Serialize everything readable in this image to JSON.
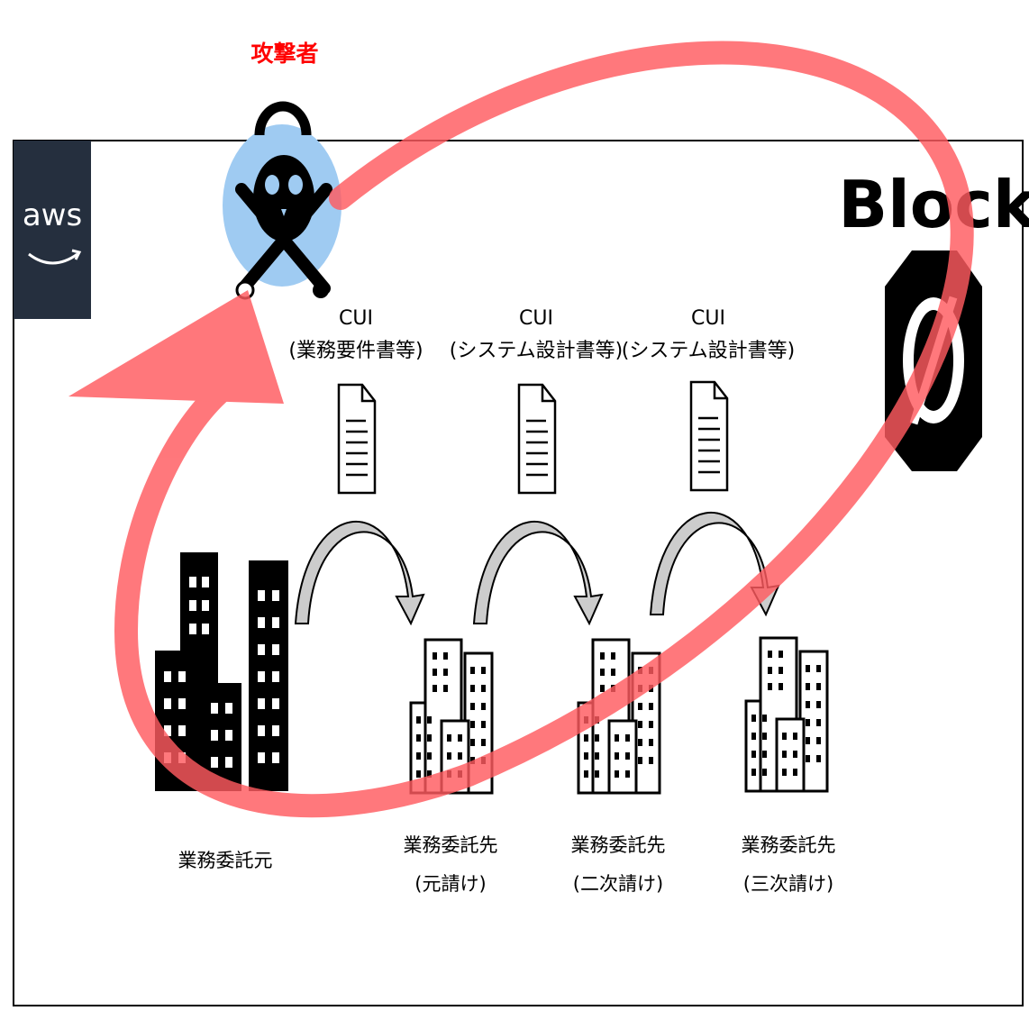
{
  "attacker": {
    "label": "攻撃者",
    "color": "#ff0000"
  },
  "aws": {
    "logo_text": "aws",
    "bg_color": "#252f3e"
  },
  "block": {
    "label": "Block"
  },
  "documents": [
    {
      "title": "CUI",
      "subtitle": "(業務要件書等)"
    },
    {
      "title": "CUI",
      "subtitle": "(システム設計書等)"
    },
    {
      "title": "CUI",
      "subtitle": "(システム設計書等)"
    }
  ],
  "orgs": [
    {
      "line1": "業務委託元",
      "line2": ""
    },
    {
      "line1": "業務委託先",
      "line2": "(元請け)"
    },
    {
      "line1": "業務委託先",
      "line2": "(二次請け)"
    },
    {
      "line1": "業務委託先",
      "line2": "(三次請け)"
    }
  ],
  "colors": {
    "attack_path": "#ff5a5f",
    "skull_bg": "#9fcbf2",
    "flow_arrow": "#cccccc"
  }
}
